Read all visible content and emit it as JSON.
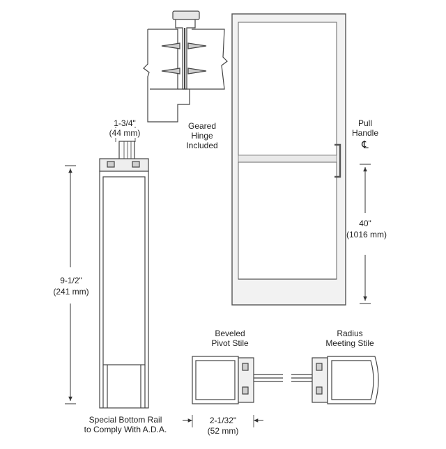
{
  "labels": {
    "hinge": [
      "Geared",
      "Hinge",
      "Included"
    ],
    "pull_handle": [
      "Pull",
      "Handle"
    ],
    "centerline_symbol": "℄",
    "width_in": "1-3/4\"",
    "width_mm": "(44 mm)",
    "rail_height_in": "9-1/2\"",
    "rail_height_mm": "(241 mm)",
    "handle_height_in": "40\"",
    "handle_height_mm": "(1016 mm)",
    "pivot_stile": [
      "Beveled",
      "Pivot Stile"
    ],
    "meeting_stile": [
      "Radius",
      "Meeting Stile"
    ],
    "stile_width_in": "2-1/32\"",
    "stile_width_mm": "(52 mm)",
    "bottom_rail": [
      "Special Bottom Rail",
      "to Comply With A.D.A."
    ]
  },
  "colors": {
    "line": "#4a4a4a",
    "frame_fill": "#f2f2f2",
    "glass_fill": "#ffffff",
    "text": "#222222"
  }
}
